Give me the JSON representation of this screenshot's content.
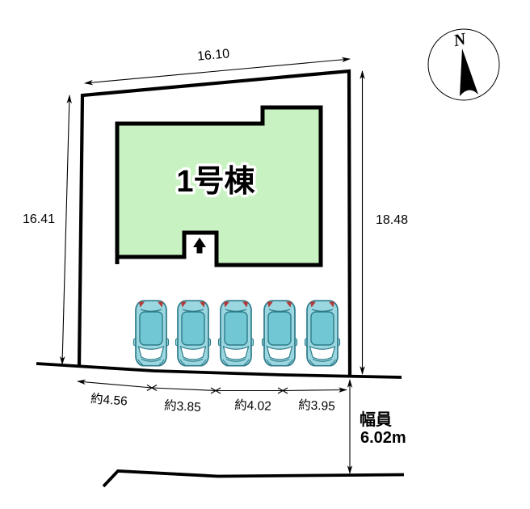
{
  "plan": {
    "building_label": "1号棟",
    "dim_top": "16.10",
    "dim_left": "16.41",
    "dim_right": "18.48",
    "parking_dims": [
      "約4.56",
      "約3.85",
      "約4.02",
      "約3.95"
    ],
    "road": {
      "label": "幅員",
      "width": "6.02m"
    },
    "compass_north": "N",
    "car_count": 5,
    "colors": {
      "building_fill": "#c9f2c2",
      "outline": "#000000",
      "car_body": "#9bd7e0",
      "car_roof": "#72c7d4",
      "car_outline": "#2e7b8a",
      "car_taillight": "#b23a38"
    }
  }
}
